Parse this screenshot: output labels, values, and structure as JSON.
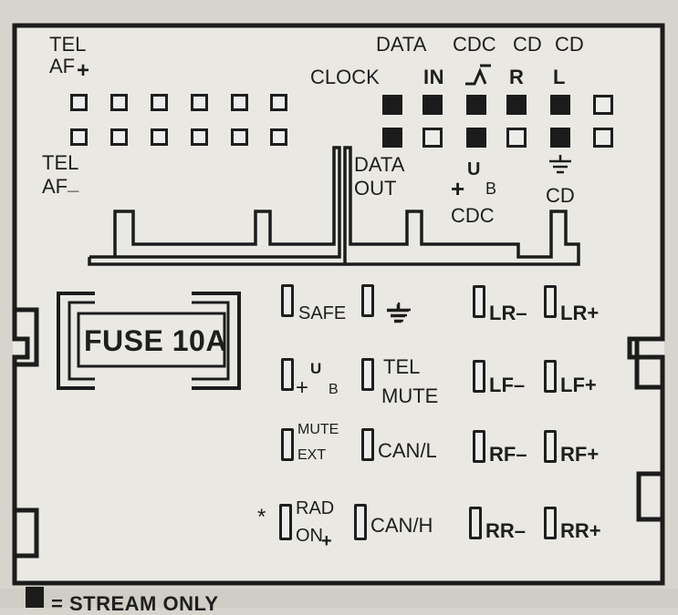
{
  "connector": {
    "top_left": {
      "tel_af_plus_line1": "TEL",
      "tel_af_plus_line2": "AF",
      "tel_af_plus_sign": "+",
      "tel_af_minus_line1": "TEL",
      "tel_af_minus_line2": "AF",
      "tel_af_minus_sign": "_"
    },
    "top_right": {
      "data_line1": "DATA",
      "clock": "CLOCK",
      "cdc_line1": "CDC",
      "in": "IN",
      "cd1": "CD",
      "r": "R",
      "cd2": "CD",
      "l": "L",
      "data_out_line1": "DATA",
      "data_out_line2": "OUT",
      "ub_u": "U",
      "ub_plus": "+",
      "ub_b": "B",
      "cdc_bottom": "CDC",
      "cd_ground_label": "CD"
    },
    "fuse": "FUSE 10A",
    "pins": {
      "safe": "SAFE",
      "ub_u": "U",
      "ub_plus": "+",
      "ub_b": "B",
      "tel_mute_line1": "TEL",
      "tel_mute_line2": "MUTE",
      "mute_ext_line1": "MUTE",
      "mute_ext_line2": "EXT",
      "can_l": "CAN/L",
      "star": "*",
      "rad_on_line1": "RAD",
      "rad_on_line2": "ON",
      "rad_on_plus": "+",
      "can_h": "CAN/H",
      "lr_minus": "LR–",
      "lr_plus": "LR+",
      "lf_minus": "LF–",
      "lf_plus": "LF+",
      "rf_minus": "RF–",
      "rf_plus": "RF+",
      "rr_minus": "RR–",
      "rr_plus": "RR+"
    },
    "legend_partial": "= STREAM ONLY"
  }
}
